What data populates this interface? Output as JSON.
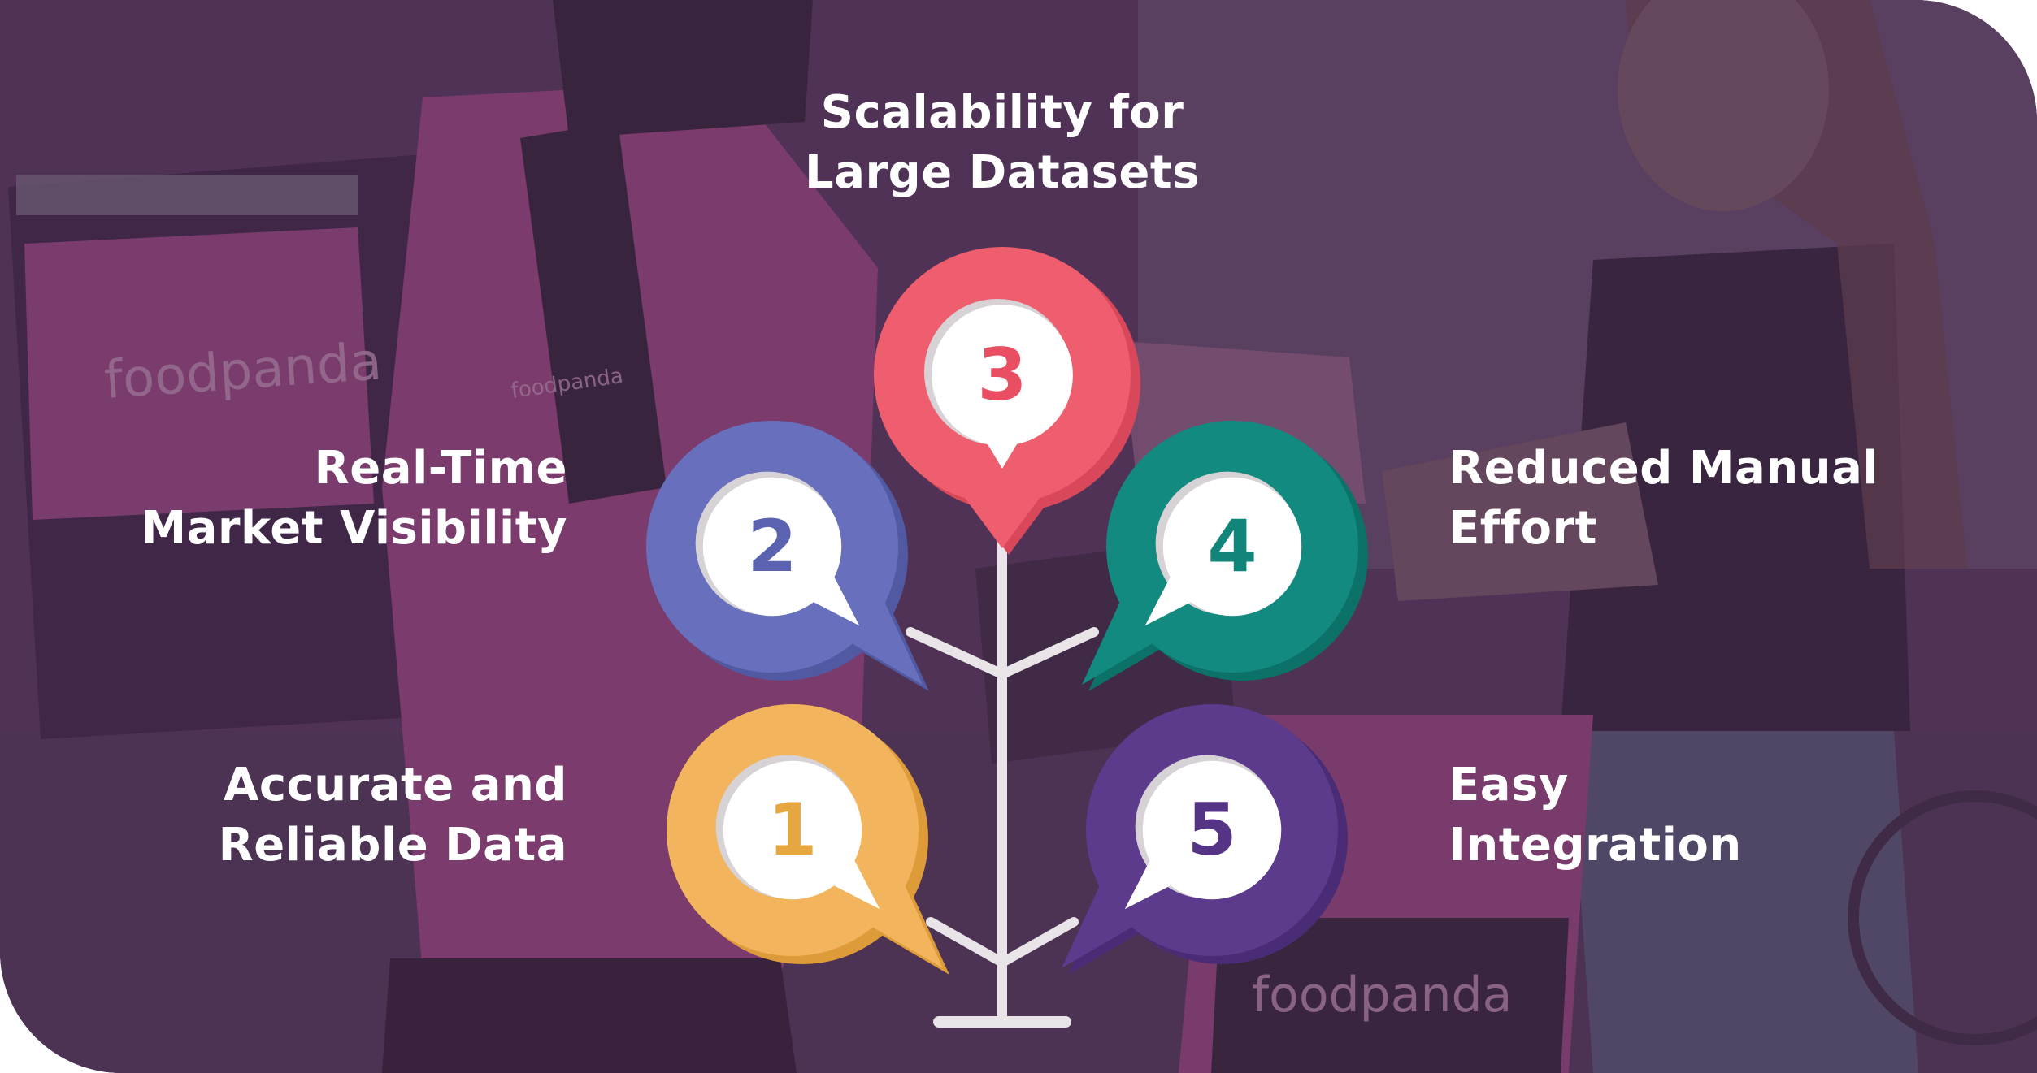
{
  "items": [
    {
      "number": "1",
      "title_lines": [
        "Accurate and",
        "Reliable Data"
      ],
      "color": "#F2B45C",
      "shade": "#DE9B3A",
      "num_color": "#E6A640"
    },
    {
      "number": "2",
      "title_lines": [
        "Real-Time",
        "Market Visibility"
      ],
      "color": "#6870BD",
      "shade": "#5259A3",
      "num_color": "#5B63B0"
    },
    {
      "number": "3",
      "title_lines": [
        "Scalability for",
        "Large Datasets"
      ],
      "color": "#EE5E6E",
      "shade": "#D9485A",
      "num_color": "#E94E62"
    },
    {
      "number": "4",
      "title_lines": [
        "Reduced Manual",
        "Effort"
      ],
      "color": "#138A80",
      "shade": "#0C7168",
      "num_color": "#12857B"
    },
    {
      "number": "5",
      "title_lines": [
        "Easy",
        "Integration"
      ],
      "color": "#5C3A8C",
      "shade": "#4A2C76",
      "num_color": "#553486"
    }
  ],
  "background_text": {
    "brand_bag": "foodpanda",
    "brand_sleeve": "foodpanda",
    "brand_tote": "foodpanda"
  },
  "colors": {
    "overlay": "#4A2A4F",
    "tree": "#E8E4E8"
  }
}
